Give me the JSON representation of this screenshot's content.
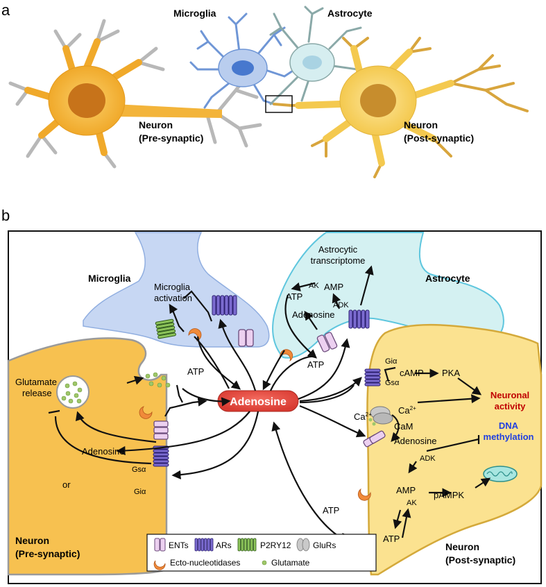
{
  "panel_a": {
    "letter": "a",
    "microglia": "Microglia",
    "astrocyte": "Astrocyte",
    "pre_neuron": [
      "Neuron",
      "(Pre-synaptic)"
    ],
    "post_neuron": [
      "Neuron",
      "(Post-synaptic)"
    ]
  },
  "panel_b": {
    "letter": "b",
    "microglia": "Microglia",
    "astrocyte": "Astrocyte",
    "pre_neuron": [
      "Neuron",
      "(Pre-synaptic)"
    ],
    "post_neuron": [
      "Neuron",
      "(Post-synaptic)"
    ],
    "microglia_activation": [
      "Microglia",
      "activation"
    ],
    "astro_transcriptome": [
      "Astrocytic",
      "transcriptome"
    ],
    "astro_atp": "ATP",
    "astro_ak": "AK",
    "astro_amp": "AMP",
    "astro_adk": "ADK",
    "astro_adenosine": "Adenosine",
    "glutamate_release": [
      "Glutamate",
      "release"
    ],
    "pre_adenosine": "Adenosine",
    "or": "or",
    "gs_alpha": "Gsα",
    "gi_alpha": "Giα",
    "atp_mid_left": "ATP",
    "atp_mid_right": "ATP",
    "adenosine_center": "Adenosine",
    "post_gi_alpha": "Giα",
    "post_gs_alpha": "Gsα",
    "camp": "cAMP",
    "pka": "PKA",
    "neuronal_activity": [
      "Neuronal",
      "activity"
    ],
    "ca_in": "Ca",
    "ca_in_sup": "2+",
    "ca_out": "Ca",
    "ca_out_sup": "2+",
    "cam": "CaM",
    "post_adenosine": "Adenosine",
    "dna_methylation": [
      "DNA",
      "methylation"
    ],
    "post_adk": "ADK",
    "post_amp": "AMP",
    "pampk": "pAMPK",
    "post_ak": "AK",
    "post_atp": "ATP",
    "atp_bottom": "ATP"
  },
  "legend": {
    "ents": "ENTs",
    "ars": "ARs",
    "p2ry12": "P2RY12",
    "glurs": "GluRs",
    "ecto": "Ecto-nucleotidases",
    "glutamate": "Glutamate"
  },
  "colors": {
    "neuron_pre": "#f5b833",
    "neuron_post": "#f7d670",
    "microglia": "#b9cdee",
    "astrocyte": "#cdeef0",
    "adenosine_pill": "#e8473f",
    "neuronal_activity": "#c00000",
    "dna_methylation": "#1f3fe0",
    "ents": "#e6c6ee",
    "ars": "#7b6bd0",
    "p2ry12": "#8dc45b",
    "ecto": "#f08a3a"
  }
}
